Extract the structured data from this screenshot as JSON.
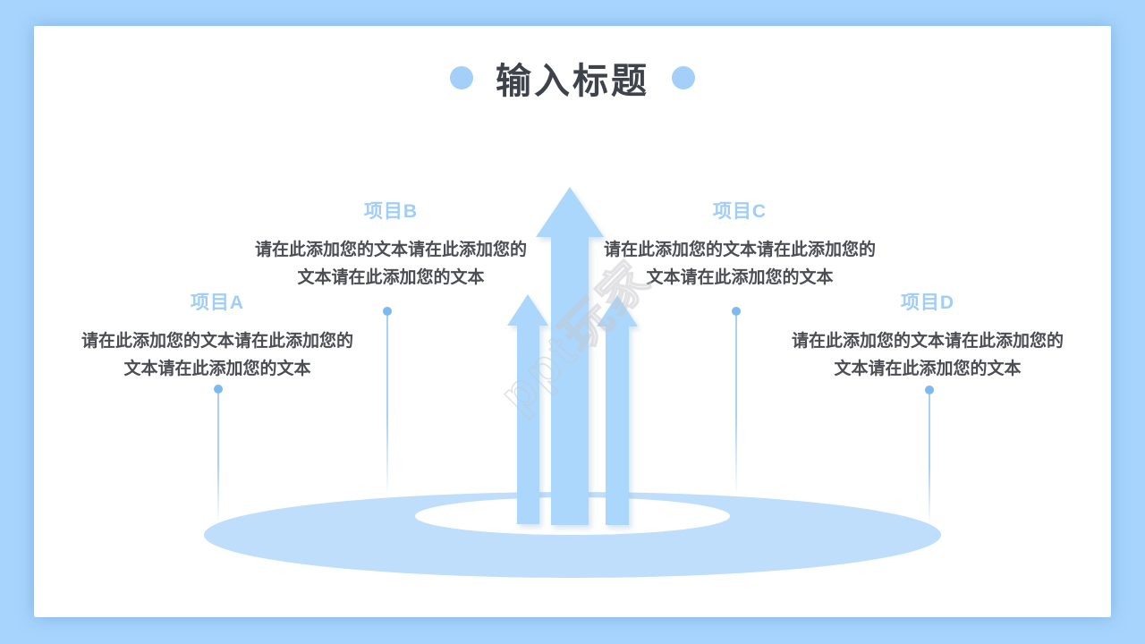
{
  "colors": {
    "frame-bg": "#a6d4fc",
    "panel-bg": "#ffffff",
    "title-text": "#3d424b",
    "title-dot": "#a3cff8",
    "arrow": "#abd7fc",
    "ellipse": "#bedefb",
    "ellipse-hole": "#ffffff",
    "connector-line": "#a9d0f3",
    "connector-dot": "#7db9ef",
    "item-label": "#a0cef7",
    "item-text": "#4b4d52",
    "watermark": "rgba(197,197,201,0.5)"
  },
  "title": {
    "text": "输入标题"
  },
  "watermark": {
    "text": "ppt玩家"
  },
  "diagram": {
    "items": [
      {
        "label": "项目A",
        "line1": "请在此添加您的文本请在此添加您的",
        "line2": "文本请在此添加您的文本"
      },
      {
        "label": "项目B",
        "line1": "请在此添加您的文本请在此添加您的",
        "line2": "文本请在此添加您的文本"
      },
      {
        "label": "项目C",
        "line1": "请在此添加您的文本请在此添加您的",
        "line2": "文本请在此添加您的文本"
      },
      {
        "label": "项目D",
        "line1": "请在此添加您的文本请在此添加您的",
        "line2": "文本请在此添加您的文本"
      }
    ]
  }
}
